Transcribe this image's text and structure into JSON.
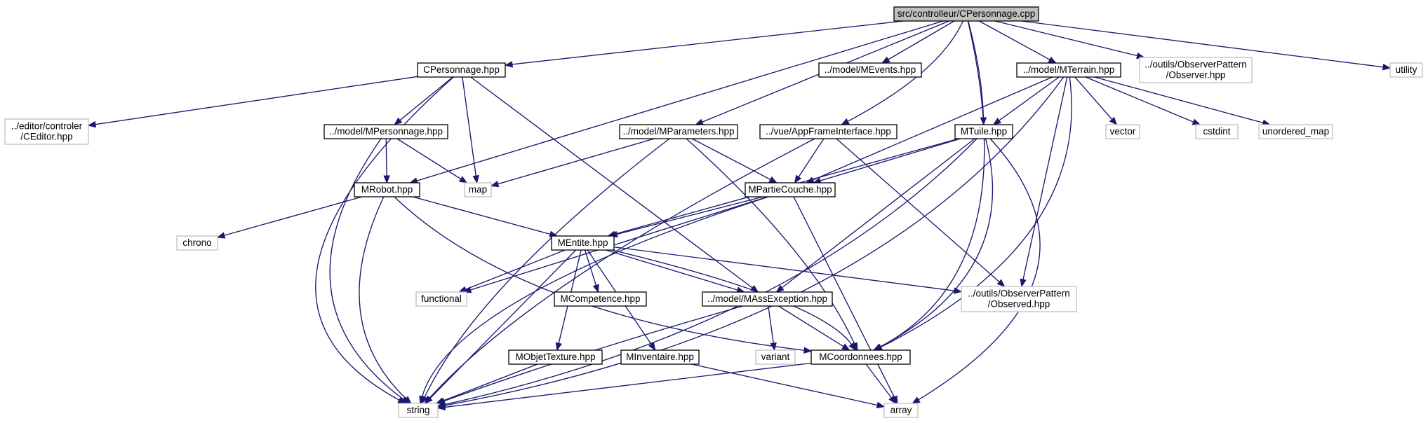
{
  "graph": {
    "colors": {
      "edge": "#191970",
      "root_fill": "#bfbfbf",
      "system_border": "#bfbfbf"
    },
    "nodes": [
      {
        "id": "root",
        "lines": [
          "src/controlleur/CPersonnage.cpp"
        ],
        "kind": "root"
      },
      {
        "id": "cpers",
        "lines": [
          "CPersonnage.hpp"
        ],
        "kind": "include"
      },
      {
        "id": "mevents",
        "lines": [
          "../model/MEvents.hpp"
        ],
        "kind": "include"
      },
      {
        "id": "mterrain",
        "lines": [
          "../model/MTerrain.hpp"
        ],
        "kind": "include"
      },
      {
        "id": "observer",
        "lines": [
          "../outils/ObserverPattern",
          "/Observer.hpp"
        ],
        "kind": "system"
      },
      {
        "id": "utility",
        "lines": [
          "utility"
        ],
        "kind": "system"
      },
      {
        "id": "ceditor",
        "lines": [
          "../editor/controler",
          "/CEditor.hpp"
        ],
        "kind": "system"
      },
      {
        "id": "mpers",
        "lines": [
          "../model/MPersonnage.hpp"
        ],
        "kind": "include"
      },
      {
        "id": "mparams",
        "lines": [
          "../model/MParameters.hpp"
        ],
        "kind": "include"
      },
      {
        "id": "appframe",
        "lines": [
          "../vue/AppFrameInterface.hpp"
        ],
        "kind": "include"
      },
      {
        "id": "mtuile",
        "lines": [
          "MTuile.hpp"
        ],
        "kind": "include"
      },
      {
        "id": "vector",
        "lines": [
          "vector"
        ],
        "kind": "system"
      },
      {
        "id": "cstdint",
        "lines": [
          "cstdint"
        ],
        "kind": "system"
      },
      {
        "id": "umap",
        "lines": [
          "unordered_map"
        ],
        "kind": "system"
      },
      {
        "id": "mrobot",
        "lines": [
          "MRobot.hpp"
        ],
        "kind": "include"
      },
      {
        "id": "map",
        "lines": [
          "map"
        ],
        "kind": "system"
      },
      {
        "id": "mpartie",
        "lines": [
          "MPartieCouche.hpp"
        ],
        "kind": "include"
      },
      {
        "id": "chrono",
        "lines": [
          "chrono"
        ],
        "kind": "system"
      },
      {
        "id": "mentite",
        "lines": [
          "MEntite.hpp"
        ],
        "kind": "include"
      },
      {
        "id": "functional",
        "lines": [
          "functional"
        ],
        "kind": "system"
      },
      {
        "id": "mcomp",
        "lines": [
          "MCompetence.hpp"
        ],
        "kind": "include"
      },
      {
        "id": "massexc",
        "lines": [
          "../model/MAssException.hpp"
        ],
        "kind": "include"
      },
      {
        "id": "observed",
        "lines": [
          "../outils/ObserverPattern",
          "/Observed.hpp"
        ],
        "kind": "system"
      },
      {
        "id": "mobjtex",
        "lines": [
          "MObjetTexture.hpp"
        ],
        "kind": "include"
      },
      {
        "id": "minv",
        "lines": [
          "MInventaire.hpp"
        ],
        "kind": "include"
      },
      {
        "id": "variant",
        "lines": [
          "variant"
        ],
        "kind": "system"
      },
      {
        "id": "mcoord",
        "lines": [
          "MCoordonnees.hpp"
        ],
        "kind": "include"
      },
      {
        "id": "string",
        "lines": [
          "string"
        ],
        "kind": "system"
      },
      {
        "id": "array",
        "lines": [
          "array"
        ],
        "kind": "system"
      }
    ],
    "edges": [
      [
        "root",
        "cpers"
      ],
      [
        "root",
        "mevents"
      ],
      [
        "root",
        "mterrain"
      ],
      [
        "root",
        "observer"
      ],
      [
        "root",
        "utility"
      ],
      [
        "root",
        "mrobot"
      ],
      [
        "root",
        "mparams"
      ],
      [
        "root",
        "appframe"
      ],
      [
        "root",
        "mtuile"
      ],
      [
        "root",
        "mcoord"
      ],
      [
        "cpers",
        "ceditor"
      ],
      [
        "cpers",
        "mpers"
      ],
      [
        "cpers",
        "map"
      ],
      [
        "cpers",
        "massexc"
      ],
      [
        "cpers",
        "string"
      ],
      [
        "mpers",
        "mrobot"
      ],
      [
        "mpers",
        "map"
      ],
      [
        "mpers",
        "string"
      ],
      [
        "mparams",
        "map"
      ],
      [
        "mparams",
        "mpartie"
      ],
      [
        "mparams",
        "mcoord"
      ],
      [
        "mparams",
        "string"
      ],
      [
        "appframe",
        "mpartie"
      ],
      [
        "appframe",
        "observed"
      ],
      [
        "appframe",
        "string"
      ],
      [
        "mterrain",
        "mtuile"
      ],
      [
        "mterrain",
        "mpartie"
      ],
      [
        "mterrain",
        "vector"
      ],
      [
        "mterrain",
        "cstdint"
      ],
      [
        "mterrain",
        "umap"
      ],
      [
        "mterrain",
        "observed"
      ],
      [
        "mterrain",
        "mcoord"
      ],
      [
        "mterrain",
        "string"
      ],
      [
        "mtuile",
        "mpartie"
      ],
      [
        "mtuile",
        "mentite"
      ],
      [
        "mtuile",
        "massexc"
      ],
      [
        "mtuile",
        "mcoord"
      ],
      [
        "mtuile",
        "string"
      ],
      [
        "mtuile",
        "array"
      ],
      [
        "mrobot",
        "chrono"
      ],
      [
        "mrobot",
        "mentite"
      ],
      [
        "mrobot",
        "mcoord"
      ],
      [
        "mrobot",
        "string"
      ],
      [
        "mpartie",
        "mentite"
      ],
      [
        "mpartie",
        "functional"
      ],
      [
        "mpartie",
        "array"
      ],
      [
        "mpartie",
        "string"
      ],
      [
        "mentite",
        "functional"
      ],
      [
        "mentite",
        "mcomp"
      ],
      [
        "mentite",
        "massexc"
      ],
      [
        "mentite",
        "observed"
      ],
      [
        "mentite",
        "mobjtex"
      ],
      [
        "mentite",
        "minv"
      ],
      [
        "mentite",
        "mcoord"
      ],
      [
        "mentite",
        "string"
      ],
      [
        "massexc",
        "variant"
      ],
      [
        "massexc",
        "mcoord"
      ],
      [
        "massexc",
        "string"
      ],
      [
        "mobjtex",
        "string"
      ],
      [
        "minv",
        "array"
      ],
      [
        "mcoord",
        "string"
      ],
      [
        "mcoord",
        "array"
      ]
    ]
  }
}
